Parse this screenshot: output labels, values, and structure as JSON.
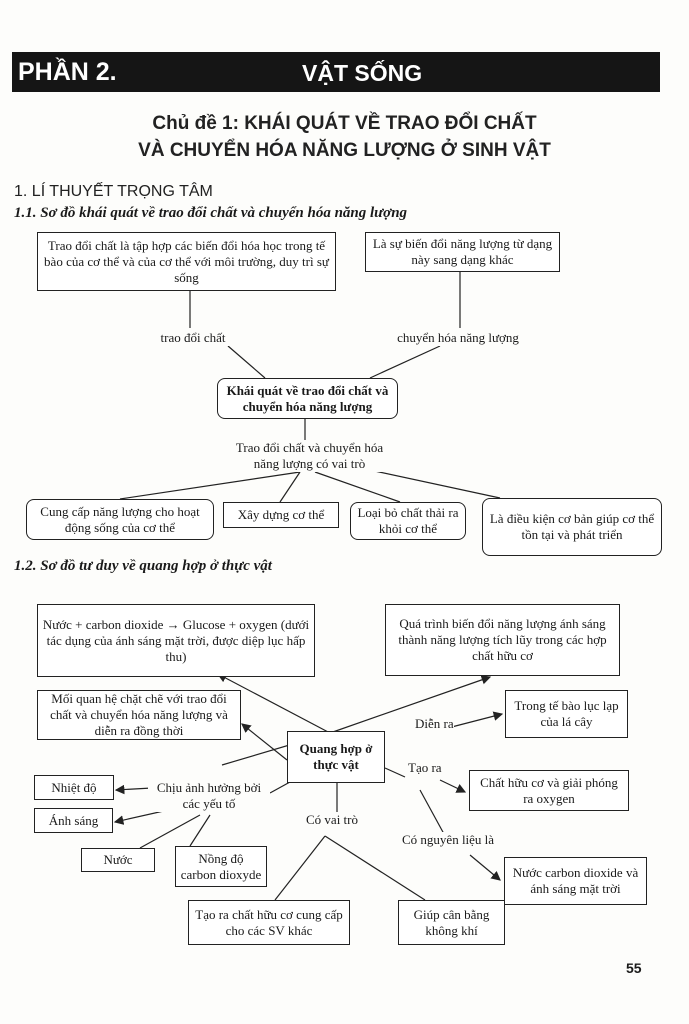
{
  "header": {
    "part": "PHẦN 2.",
    "title": "VẬT SỐNG"
  },
  "topic": {
    "line1": "Chủ đề 1: KHÁI QUÁT VỀ TRAO ĐỔI CHẤT",
    "line2": "VÀ CHUYỂN HÓA NĂNG LƯỢNG Ở SINH VẬT"
  },
  "section": "1. LÍ THUYẾT TRỌNG TÂM",
  "sub1": "1.1. Sơ đồ khái quát về trao đổi chất và chuyển hóa năng lượng",
  "d1": {
    "def_metabolism": "Trao đổi chất là tập hợp các biến đổi hóa học trong tế bào của cơ thể và của cơ thể với môi trường, duy trì sự sống",
    "def_energy": "Là sự biến đổi năng lượng từ dạng này sang dạng khác",
    "lbl_metabolism": "trao đổi chất",
    "lbl_energy": "chuyển hóa năng lượng",
    "center": "Khái quát về trao đổi chất và chuyển hóa năng lượng",
    "role": "Trao đổi chất và chuyển hóa năng lượng có vai trò",
    "roles": [
      "Cung cấp năng lượng cho hoạt động sống của cơ thể",
      "Xây dựng cơ thể",
      "Loại bỏ chất thải ra khỏi cơ thể",
      "Là điều kiện cơ bản giúp cơ thể tồn tại và phát triển"
    ]
  },
  "sub2": "1.2. Sơ đồ tư duy về quang hợp ở thực vật",
  "d2": {
    "equation": "Nước + carbon dioxide → Glucose + oxygen (dưới tác dụng của ánh sáng mặt trời, được diệp lục hấp thu)",
    "energy": "Quá trình biến đổi năng lượng ánh sáng thành năng lượng tích lũy trong các hợp chất hữu cơ",
    "relation": "Mối quan hệ chặt chẽ với trao đổi chất và chuyển hóa năng lượng và diễn ra đồng thời",
    "where": "Trong tế bào lục lạp của lá cây",
    "center": "Quang hợp ở thực vật",
    "lbl_where": "Diễn ra",
    "lbl_product": "Tạo ra",
    "product": "Chất hữu cơ và giải phóng ra oxygen",
    "lbl_factors": "Chịu ảnh hưởng bởi các yếu tố",
    "factors": [
      "Nhiệt độ",
      "Ánh sáng",
      "Nước",
      "Nồng độ carbon dioxyde"
    ],
    "lbl_role": "Có vai trò",
    "lbl_material": "Có nguyên liệu là",
    "material": "Nước carbon dioxide và ánh sáng mặt trời",
    "roles": [
      "Tạo ra chất hữu cơ cung cấp cho các SV khác",
      "Giúp cân bằng không khí"
    ]
  },
  "page_number": "55"
}
